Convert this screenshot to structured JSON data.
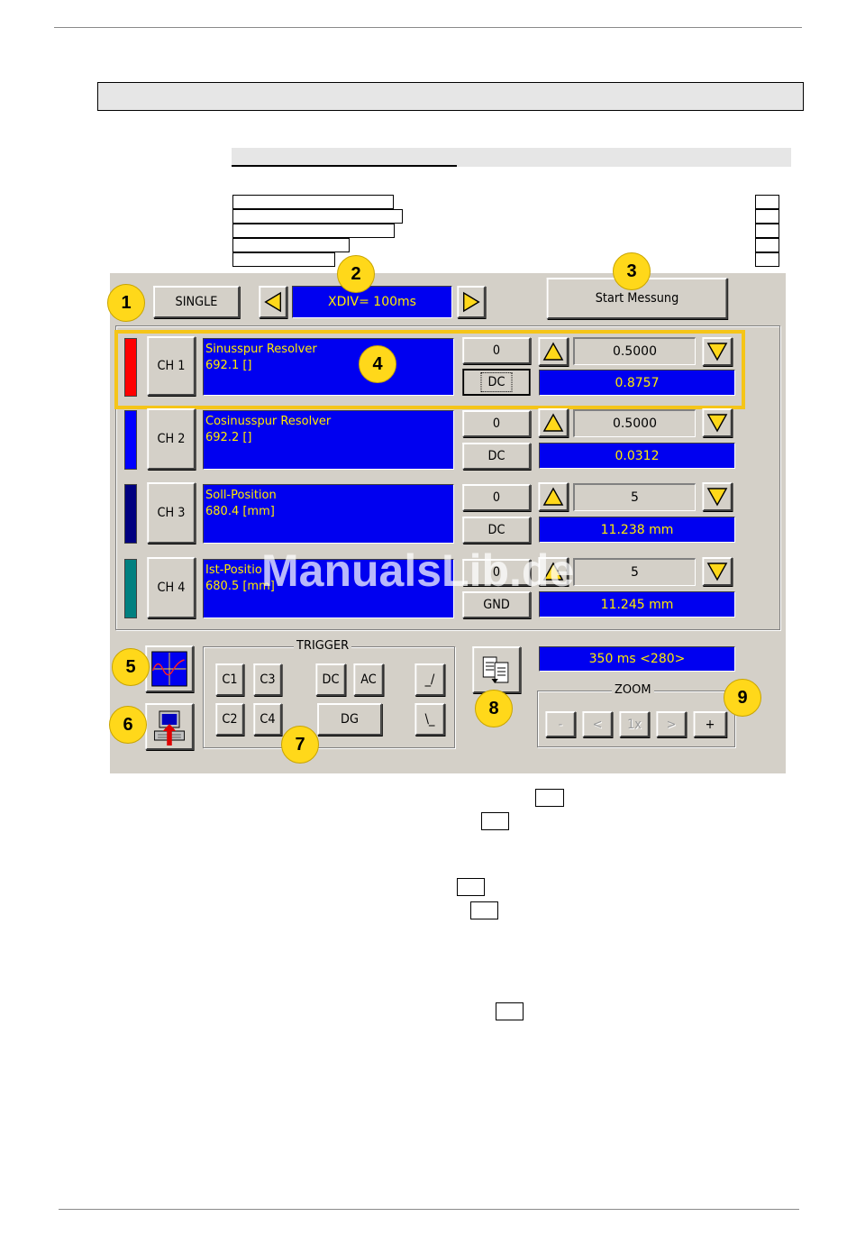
{
  "panel": {
    "mode_button": "SINGLE",
    "xdiv_label": "XDIV= 100ms",
    "start_button": "Start Messung",
    "channels": [
      {
        "name": "CH 1",
        "desc_line1": "Sinusspur Resolver",
        "desc_line2": "692.1 []",
        "offset_button": "0",
        "coupling_button": "DC",
        "scale": "0.5000",
        "value": "0.8757",
        "color": "#ff0000"
      },
      {
        "name": "CH 2",
        "desc_line1": "Cosinusspur Resolver",
        "desc_line2": "692.2 []",
        "offset_button": "0",
        "coupling_button": "DC",
        "scale": "0.5000",
        "value": "0.0312",
        "color": "#0000ff"
      },
      {
        "name": "CH 3",
        "desc_line1": "Soll-Position",
        "desc_line2": "680.4 [mm]",
        "offset_button": "0",
        "coupling_button": "DC",
        "scale": "5",
        "value": "11.238 mm",
        "color": "#000080"
      },
      {
        "name": "CH 4",
        "desc_line1": "Ist-Positio",
        "desc_line2": "680.5 [mm]",
        "offset_button": "0",
        "coupling_button": "GND",
        "scale": "5",
        "value": "11.245 mm",
        "color": "#008080"
      }
    ],
    "trigger": {
      "label": "TRIGGER",
      "c1": "C1",
      "c2": "C2",
      "c3": "C3",
      "c4": "C4",
      "dc": "DC",
      "ac": "AC",
      "dg": "DG",
      "rising": "_/",
      "falling": "\\_"
    },
    "time_readout": "350 ms <280>",
    "zoom": {
      "label": "ZOOM",
      "minus": "-",
      "left": "<",
      "reset": "1x",
      "right": ">",
      "plus": "+"
    }
  },
  "badges": [
    "1",
    "2",
    "3",
    "4",
    "5",
    "6",
    "7",
    "8",
    "9"
  ],
  "watermark": "ManualsLib.de",
  "icons": {
    "left_arrow": "triangle-left-icon",
    "right_arrow": "triangle-right-icon",
    "up_arrow": "triangle-up-icon",
    "down_arrow": "triangle-down-icon",
    "scope": "oscilloscope-icon",
    "computer": "computer-icon",
    "copy": "copy-icon"
  },
  "colors": {
    "accent_yellow": "#ffd81a",
    "readout_blue": "#0000f0",
    "text_yellow": "#ffea00",
    "panel_gray": "#d4d0c8"
  }
}
